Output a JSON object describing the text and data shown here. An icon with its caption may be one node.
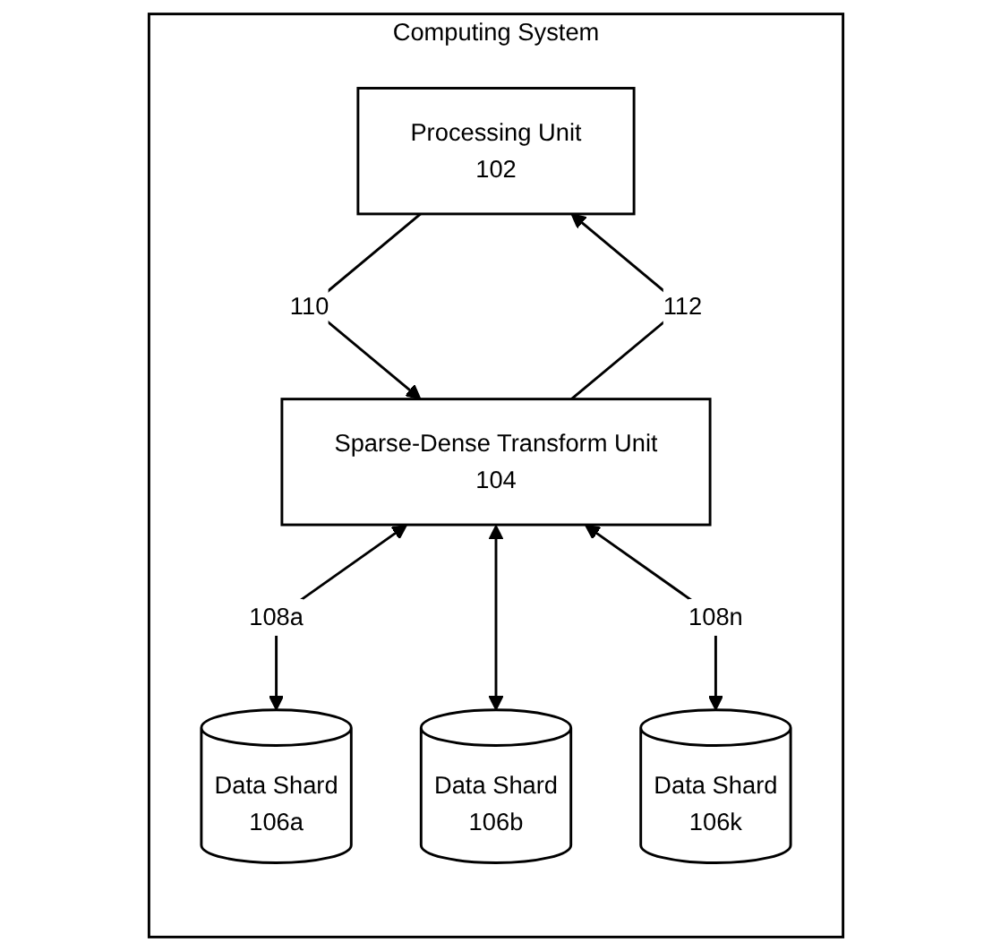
{
  "diagram": {
    "nodes": [
      {
        "text": [
          "Computing System"
        ]
      },
      {
        "text": [
          "Processing Unit",
          "102"
        ],
        "in": 0
      },
      {
        "text": [
          "Sparse-Dense Transform Unit",
          "104"
        ],
        "in": 0
      },
      {
        "text": [
          "Data Shard",
          "106a"
        ],
        "in": 0
      },
      {
        "text": [
          "Data Shard",
          "106b"
        ],
        "in": 0
      },
      {
        "text": [
          "Data Shard",
          "106k"
        ],
        "in": 0
      }
    ],
    "edges": [
      {
        "from": 1,
        "to": 2,
        "arrow": "to",
        "label": "110"
      },
      {
        "from": 2,
        "to": 1,
        "arrow": "to",
        "label": "112"
      },
      {
        "from": 2,
        "to": 3,
        "arrow": "both",
        "label": "108a"
      },
      {
        "from": 2,
        "to": 4,
        "arrow": "both"
      },
      {
        "from": 2,
        "to": 5,
        "arrow": "both",
        "label": "108n"
      }
    ]
  }
}
